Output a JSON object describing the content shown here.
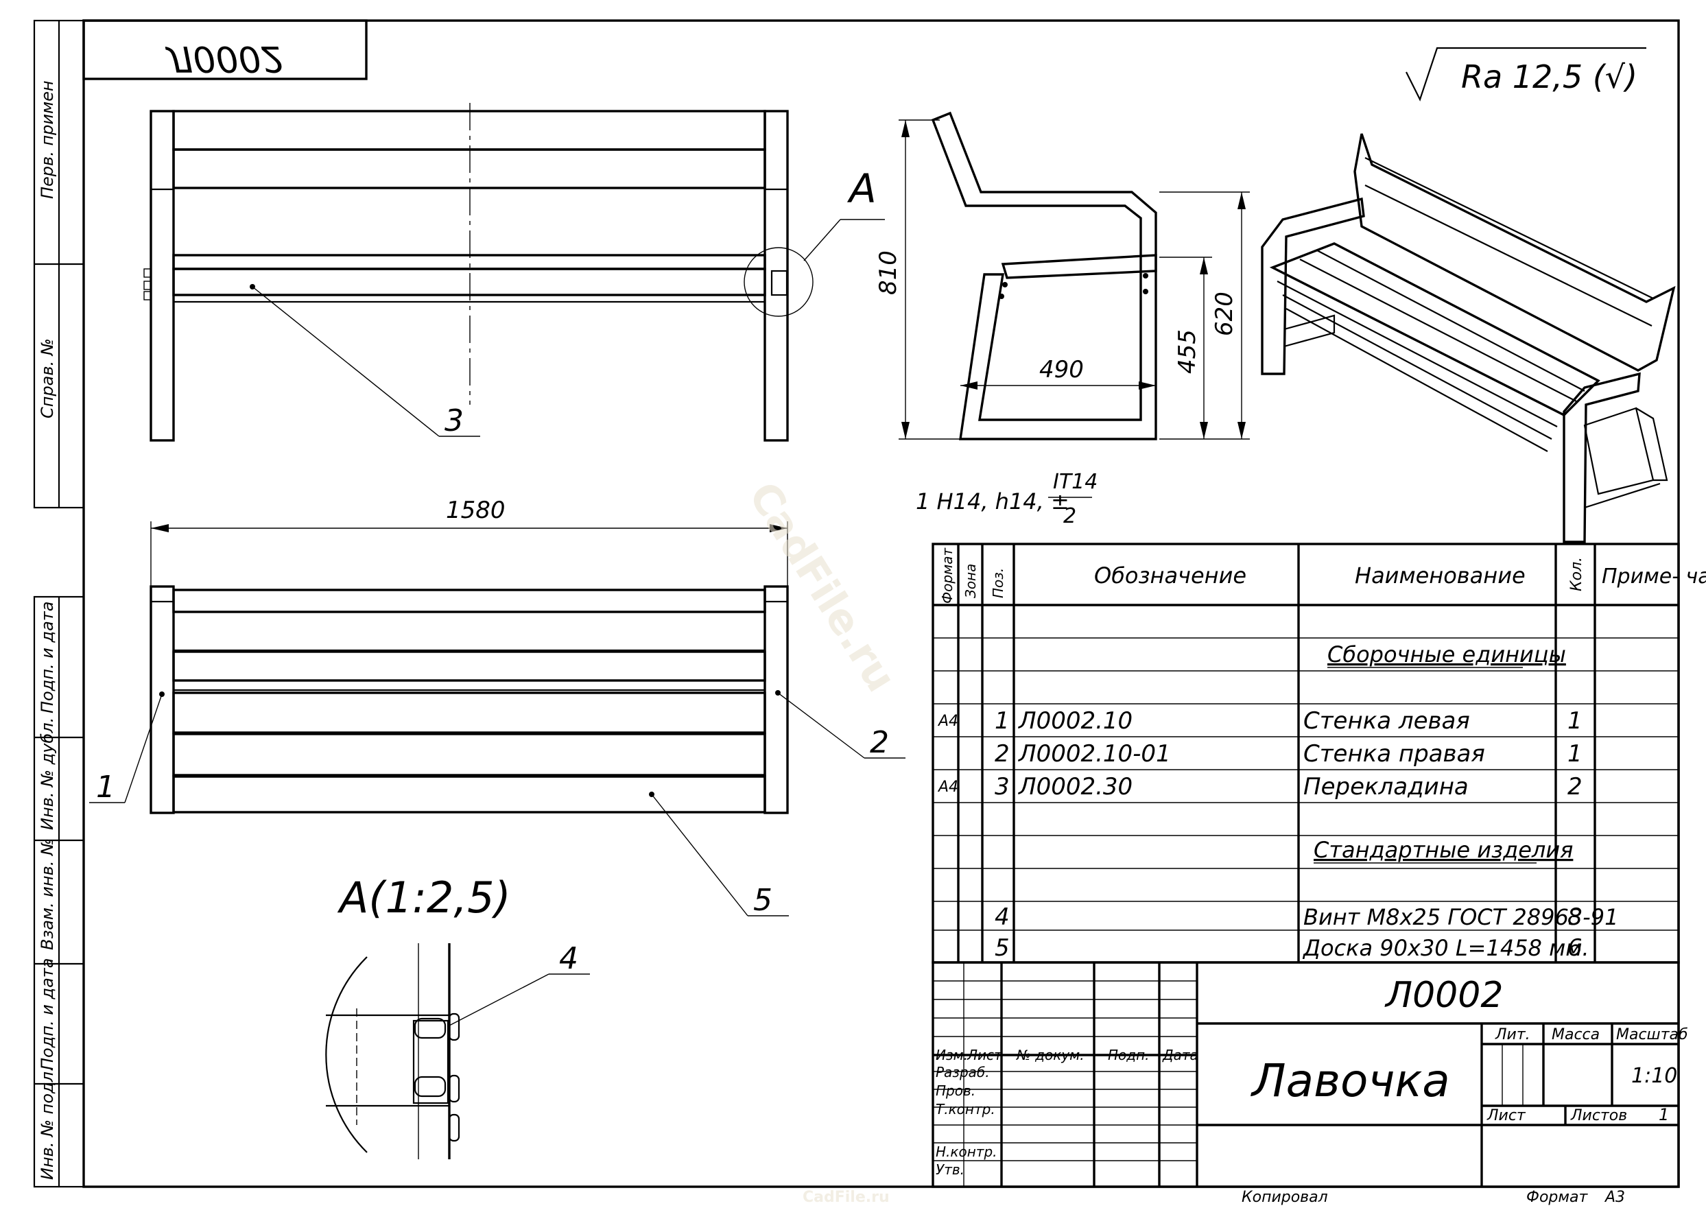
{
  "frame": {
    "title_stamp_mirrored": "Л0002",
    "roughness": "Ra 12,5 (√)",
    "tolerance_note": {
      "prefix": "1 H14, h14, ±",
      "numerator": "IT14",
      "denominator": "2"
    },
    "side_margin_labels": [
      "Перв. примен",
      "Справ. №",
      "Подп. и дата",
      "Инв. № дубл.",
      "Взам. инв. №",
      "Подп. и дата",
      "Инв. № подл."
    ],
    "watermark": "CadFile.ru",
    "footer": {
      "copied": "Копировал",
      "format_label": "Формат",
      "format_value": "А3"
    }
  },
  "drawing": {
    "view_label_A": "A",
    "detail_label": "A(1:2,5)",
    "dimensions": {
      "overall_length": "1580",
      "height": "810",
      "seat_height": "620",
      "arm_height": "455",
      "depth": "490"
    },
    "position_callouts": [
      "1",
      "2",
      "3",
      "4",
      "5"
    ]
  },
  "spec_table": {
    "headers": {
      "format": "Формат",
      "zone": "Зона",
      "pos": "Поз.",
      "designation": "Обозначение",
      "name": "Наименование",
      "qty": "Кол.",
      "note": "Приме- чание"
    },
    "section_assemblies": "Сборочные единицы",
    "section_standard": "Стандартные изделия",
    "rows": [
      {
        "format": "А4",
        "pos": "1",
        "designation": "Л0002.10",
        "name": "Стенка левая",
        "qty": "1"
      },
      {
        "format": "",
        "pos": "2",
        "designation": "Л0002.10-01",
        "name": "Стенка правая",
        "qty": "1"
      },
      {
        "format": "А4",
        "pos": "3",
        "designation": "Л0002.30",
        "name": "Перекладина",
        "qty": "2"
      },
      {
        "format": "",
        "pos": "4",
        "designation": "",
        "name": "Винт М8х25 ГОСТ 28963-91",
        "qty": "8"
      },
      {
        "format": "",
        "pos": "5",
        "designation": "",
        "name": "Доска 90х30 L=1458 мм.",
        "qty": "6"
      }
    ]
  },
  "title_block": {
    "designation": "Л0002",
    "title": "Лавочка",
    "col_headers": [
      "Изм.",
      "Лист",
      "№ докум.",
      "Подп.",
      "Дата"
    ],
    "roles": [
      "Разраб.",
      "Пров.",
      "Т.контр.",
      "Н.контр.",
      "Утв."
    ],
    "lit_label": "Лит.",
    "mass_label": "Масса",
    "scale_label": "Масштаб",
    "scale_value": "1:10",
    "sheet_label": "Лист",
    "sheets_label": "Листов",
    "sheets_value": "1"
  }
}
